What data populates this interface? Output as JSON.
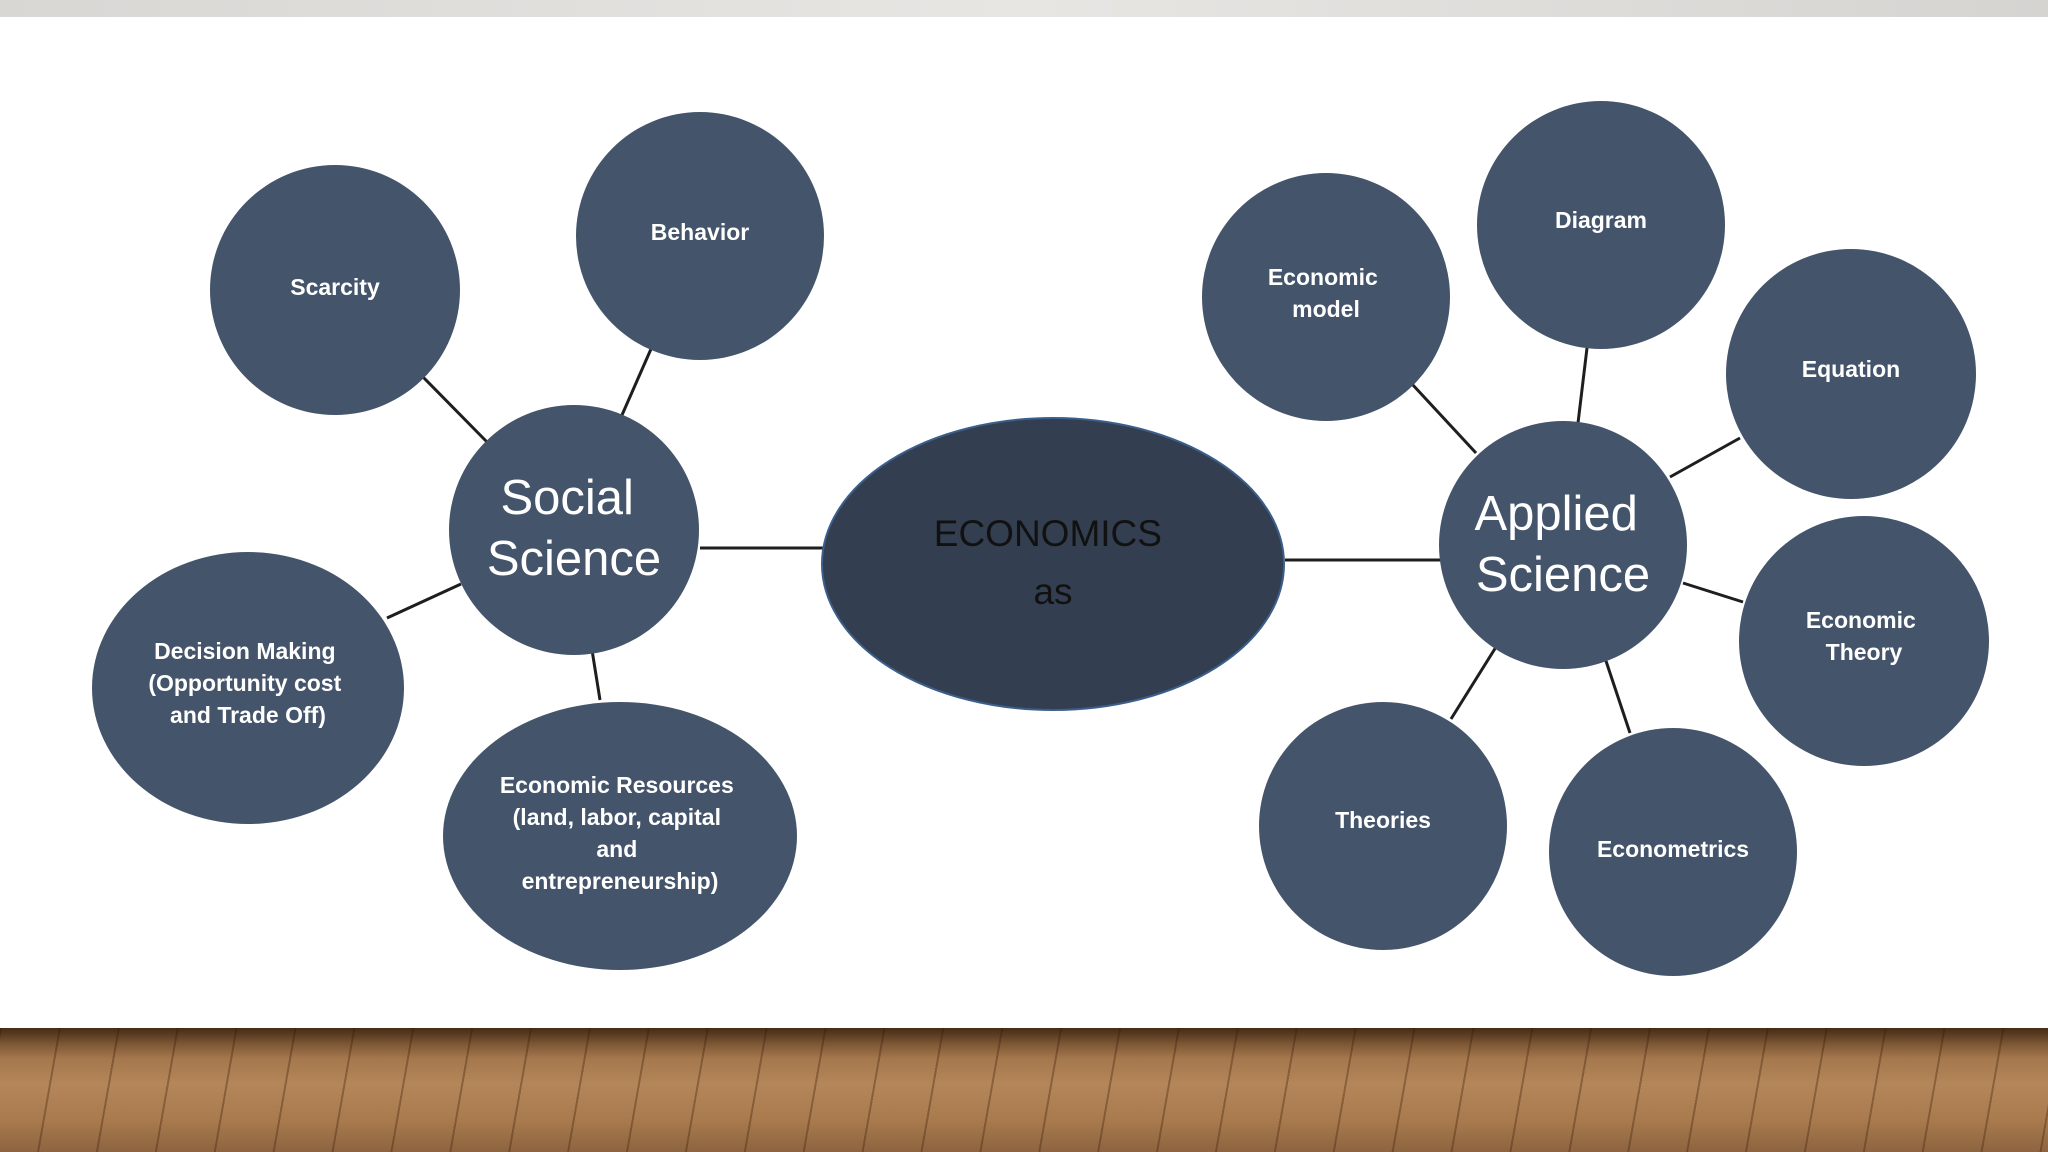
{
  "diagram": {
    "center": {
      "lines": [
        "ECONOMICS",
        "as"
      ]
    },
    "social_hub": {
      "lines": [
        "Social",
        "Science"
      ]
    },
    "applied_hub": {
      "lines": [
        "Applied",
        "Science"
      ]
    },
    "social_nodes": {
      "scarcity": {
        "lines": [
          "Scarcity"
        ]
      },
      "behavior": {
        "lines": [
          "Behavior"
        ]
      },
      "decision": {
        "lines": [
          "Decision Making",
          "(Opportunity cost",
          "and Trade Off)"
        ]
      },
      "resources": {
        "lines": [
          "Economic Resources",
          "(land, labor, capital",
          "and",
          "entrepreneurship)"
        ]
      }
    },
    "applied_nodes": {
      "model": {
        "lines": [
          "Economic",
          "model"
        ]
      },
      "diagram": {
        "lines": [
          "Diagram"
        ]
      },
      "equation": {
        "lines": [
          "Equation"
        ]
      },
      "theory": {
        "lines": [
          "Economic",
          "Theory"
        ]
      },
      "theories": {
        "lines": [
          "Theories"
        ]
      },
      "econometrics": {
        "lines": [
          "Econometrics"
        ]
      }
    }
  },
  "colors": {
    "node_fill": "#44546a",
    "center_fill": "#333f50",
    "node_text": "#ffffff",
    "center_text": "#111111"
  }
}
